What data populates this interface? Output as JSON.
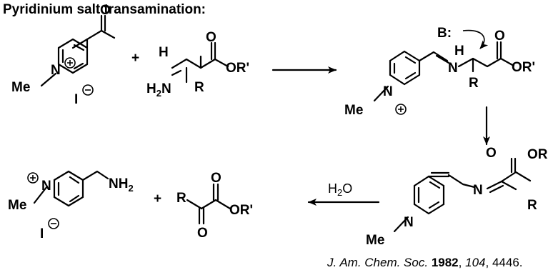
{
  "title": "Pyridinium salt transamination:",
  "plus": "+",
  "reactants": {
    "pyridinium_aldehyde": {
      "O": "O",
      "N": "N",
      "Me": "Me",
      "I": "I",
      "charge": "+",
      "counterion_charge": "−"
    },
    "amino_ester": {
      "H": "H",
      "O": "O",
      "ester": "OR'",
      "amine": "H",
      "amine_N": "N",
      "amine_sub": "2",
      "R": "R"
    }
  },
  "imine": {
    "base": "B:",
    "H": "H",
    "O": "O",
    "ester": "OR'",
    "R": "R",
    "N_imine": "N",
    "N_ring": "N",
    "Me": "Me",
    "charge": "+"
  },
  "enamine": {
    "O": "O",
    "ester": "OR",
    "R": "R",
    "N_imine": "N",
    "N_ring": "N",
    "Me": "Me"
  },
  "reagent": {
    "main": "H",
    "sub": "2",
    "tail": "O"
  },
  "products": {
    "pyridinium_amine": {
      "N": "N",
      "Me": "Me",
      "I": "I",
      "amine": "NH",
      "amine_sub": "2",
      "charge": "+",
      "counterion_charge": "−"
    },
    "keto_ester": {
      "R": "R",
      "O_top": "O",
      "O_bottom": "O",
      "ester": "OR'"
    }
  },
  "citation": {
    "journal": "J. Am. Chem. Soc.",
    "year": "1982",
    "sep1": ",",
    "volume": "104",
    "sep2": ",",
    "page": "4446."
  }
}
